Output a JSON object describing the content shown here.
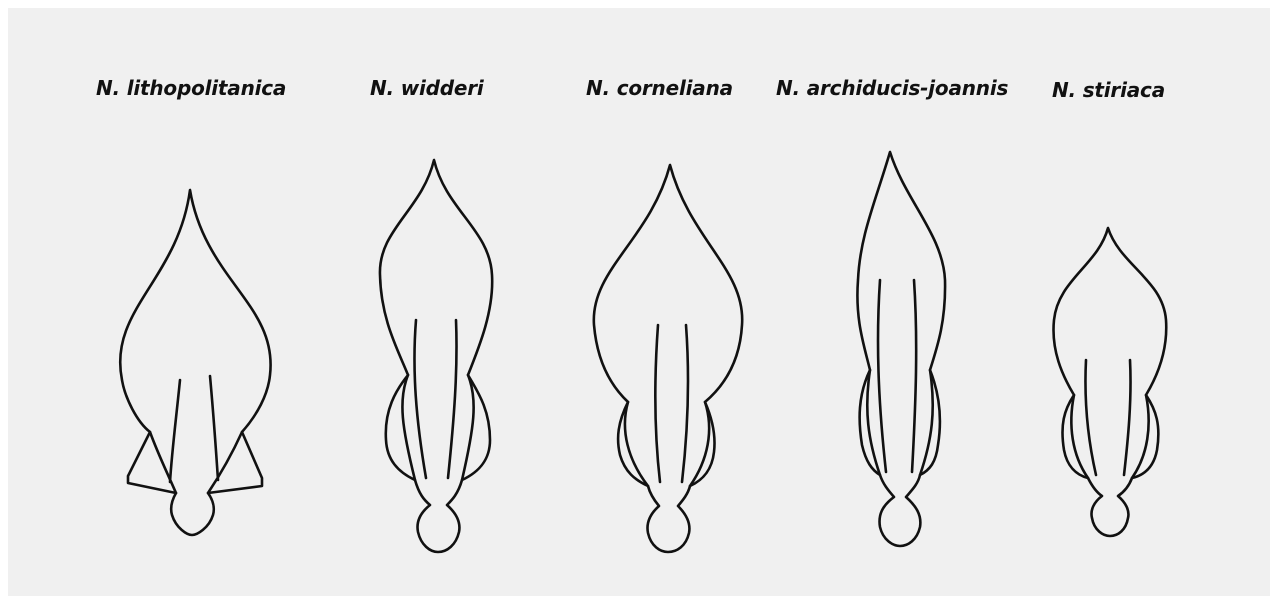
{
  "figure": {
    "species": [
      {
        "id": "lithopolitanica",
        "name": "N. lithopolitanica"
      },
      {
        "id": "widderi",
        "name": "N. widderi"
      },
      {
        "id": "corneliana",
        "name": "N. corneliana"
      },
      {
        "id": "archiducis-joannis",
        "name": "N. archiducis-joannis"
      },
      {
        "id": "stiriaca",
        "name": "N. stiriaca"
      }
    ]
  }
}
